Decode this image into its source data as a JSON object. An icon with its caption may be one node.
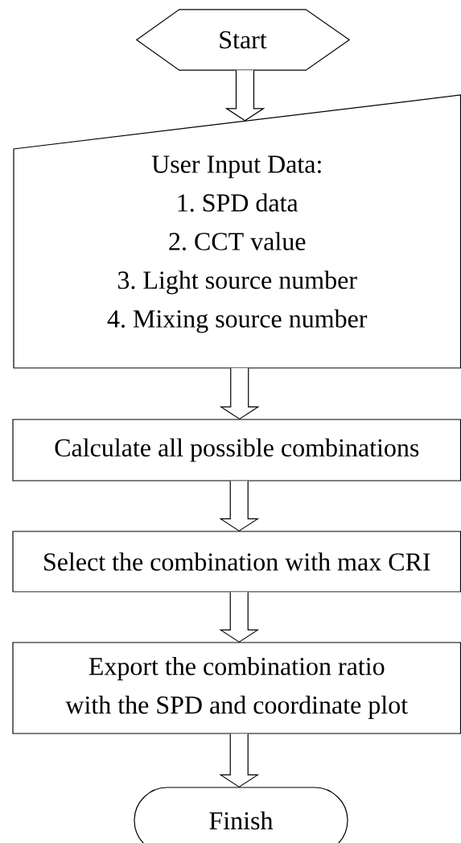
{
  "diagram": {
    "nodes": [
      {
        "text": [
          "Start"
        ]
      },
      {
        "text": [
          "User Input Data:",
          "1. SPD data",
          "2. CCT value",
          "3. Light source number",
          "4. Mixing source number"
        ]
      },
      {
        "text": [
          "Calculate all possible combinations"
        ]
      },
      {
        "text": [
          "Select the combination with max CRI"
        ]
      },
      {
        "text": [
          "Export the combination ratio with the SPD and coordinate plot"
        ]
      },
      {
        "text": [
          "Finish"
        ]
      }
    ],
    "edges": [
      {
        "from": 0,
        "to": 1,
        "arrow": "to"
      },
      {
        "from": 1,
        "to": 2,
        "arrow": "to"
      },
      {
        "from": 2,
        "to": 3,
        "arrow": "to"
      },
      {
        "from": 3,
        "to": 4,
        "arrow": "to"
      },
      {
        "from": 4,
        "to": 5,
        "arrow": "to"
      }
    ]
  }
}
